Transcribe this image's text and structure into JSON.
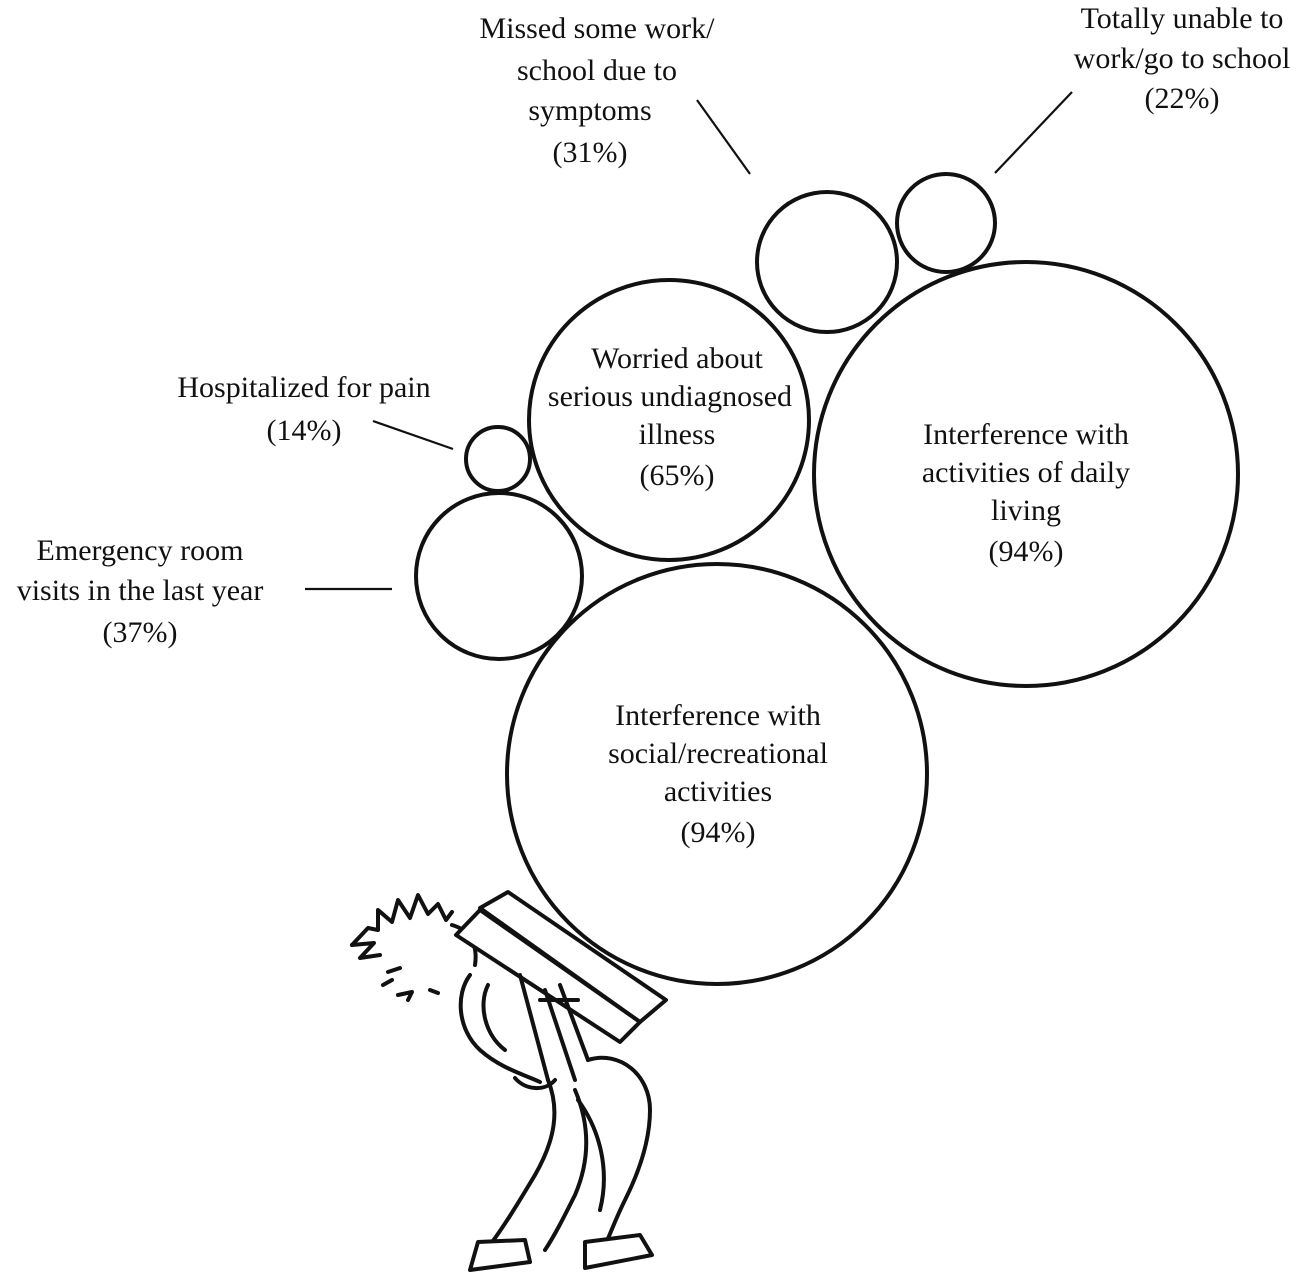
{
  "figure": {
    "bubbles": [
      {
        "id": "social",
        "lines": [
          "Interference with",
          "social/recreational",
          "activities"
        ],
        "pct": "(94%)",
        "value": 94
      },
      {
        "id": "daily",
        "lines": [
          "Interference with",
          "activities  of daily",
          "living"
        ],
        "pct": "(94%)",
        "value": 94
      },
      {
        "id": "worried",
        "lines": [
          "Worried about",
          "serious undiagnosed",
          "illness"
        ],
        "pct": "(65%)",
        "value": 65
      },
      {
        "id": "er",
        "lines": [],
        "pct": "",
        "value": 37
      },
      {
        "id": "missed",
        "lines": [],
        "pct": "",
        "value": 31
      },
      {
        "id": "unable",
        "lines": [],
        "pct": "",
        "value": 22
      },
      {
        "id": "hospital",
        "lines": [],
        "pct": "",
        "value": 14
      }
    ],
    "callouts": [
      {
        "id": "missed",
        "lines": [
          "Missed some work/",
          "school due to",
          "symptoms",
          "(31%)"
        ]
      },
      {
        "id": "unable",
        "lines": [
          "Totally  unable to",
          "work/go to school",
          "(22%)"
        ]
      },
      {
        "id": "hospital",
        "lines": [
          "Hospitalized  for pain",
          "(14%)"
        ]
      },
      {
        "id": "er",
        "lines": [
          "Emergency room",
          "visits in the last year",
          "(37%)"
        ]
      }
    ],
    "illustration": "person-carrying-burden-icon"
  }
}
